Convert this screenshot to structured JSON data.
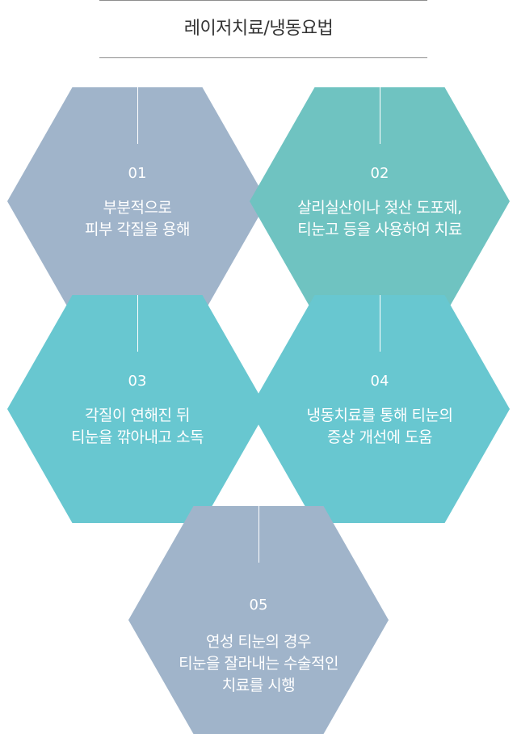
{
  "title": "레이저치료/냉동요법",
  "colors": {
    "hex1": "#a0b4ca",
    "hex2": "#6fc3c1",
    "hex3": "#68c7d0",
    "hex4": "#68c7d0",
    "hex5": "#a0b4ca",
    "rule": "#8e8e8e",
    "title_text": "#333333"
  },
  "hexagons": [
    {
      "number": "01",
      "lines": [
        "부분적으로",
        "피부 각질을 용해"
      ]
    },
    {
      "number": "02",
      "lines": [
        "살리실산이나 젖산 도포제,",
        "티눈고 등을 사용하여 치료"
      ]
    },
    {
      "number": "03",
      "lines": [
        "각질이 연해진 뒤",
        "티눈을 깎아내고 소독"
      ]
    },
    {
      "number": "04",
      "lines": [
        "냉동치료를 통해 티눈의",
        "증상 개선에 도움"
      ]
    },
    {
      "number": "05",
      "lines": [
        "연성 티눈의 경우",
        "티눈을 잘라내는 수술적인",
        "치료를 시행"
      ]
    }
  ]
}
